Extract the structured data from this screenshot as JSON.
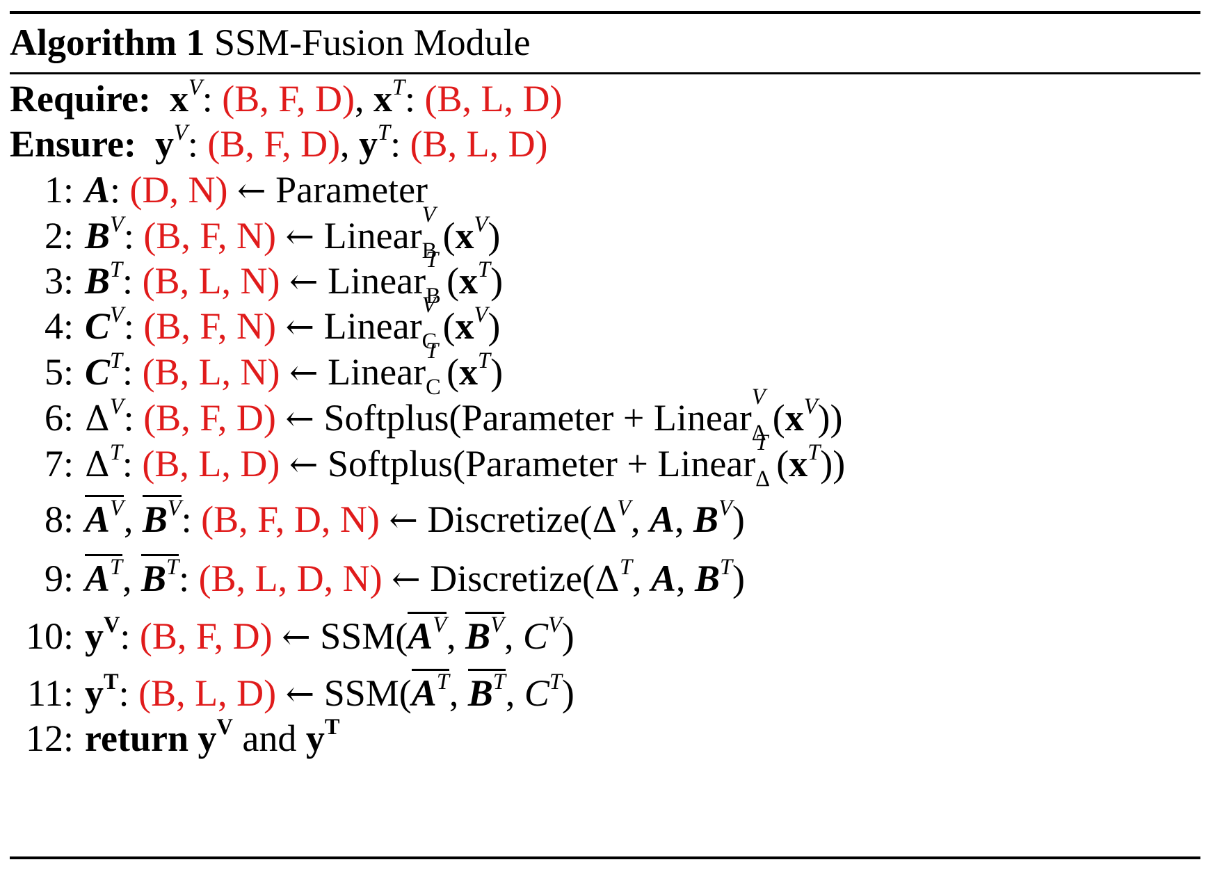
{
  "algorithm": {
    "label": "Algorithm 1",
    "title": "SSM-Fusion Module",
    "require_label": "Require:",
    "ensure_label": "Ensure:",
    "require": [
      {
        "var": "x",
        "sup": "V",
        "shape": "(B, F, D)"
      },
      {
        "var": "x",
        "sup": "T",
        "shape": "(B, L, D)"
      }
    ],
    "ensure": [
      {
        "var": "y",
        "sup": "V",
        "shape": "(B, F, D)"
      },
      {
        "var": "y",
        "sup": "T",
        "shape": "(B, L, D)"
      }
    ],
    "steps": [
      {
        "num": "1:",
        "lhs": "A",
        "shape": "(D, N)",
        "rhs": "Parameter"
      },
      {
        "num": "2:",
        "lhs": "B",
        "sup": "V",
        "shape": "(B, F, N)",
        "fn": "Linear",
        "fn_sup": "V",
        "fn_sub": "B",
        "arg": "x",
        "arg_sup": "V"
      },
      {
        "num": "3:",
        "lhs": "B",
        "sup": "T",
        "shape": "(B, L, N)",
        "fn": "Linear",
        "fn_sup": "T",
        "fn_sub": "B",
        "arg": "x",
        "arg_sup": "T"
      },
      {
        "num": "4:",
        "lhs": "C",
        "sup": "V",
        "shape": "(B, F, N)",
        "fn": "Linear",
        "fn_sup": "V",
        "fn_sub": "C",
        "arg": "x",
        "arg_sup": "V"
      },
      {
        "num": "5:",
        "lhs": "C",
        "sup": "T",
        "shape": "(B, L, N)",
        "fn": "Linear",
        "fn_sup": "T",
        "fn_sub": "C",
        "arg": "x",
        "arg_sup": "T"
      },
      {
        "num": "6:",
        "lhs": "Δ",
        "sup": "V",
        "shape": "(B, F, D)",
        "fn": "Softplus(Parameter + Linear",
        "fn_sup": "V",
        "fn_sub": "Δ",
        "arg": "x",
        "arg_sup": "V"
      },
      {
        "num": "7:",
        "lhs": "Δ",
        "sup": "T",
        "shape": "(B, L, D)",
        "fn": "Softplus(Parameter + Linear",
        "fn_sup": "T",
        "fn_sub": "Δ",
        "arg": "x",
        "arg_sup": "T"
      },
      {
        "num": "8:",
        "shape": "(B, F, D, N)",
        "fn": "Discretize(",
        "sup": "V"
      },
      {
        "num": "9:",
        "shape": "(B, L, D, N)",
        "fn": "Discretize(",
        "sup": "T"
      },
      {
        "num": "10:",
        "lhs": "y",
        "sup": "V",
        "shape": "(B, F, D)",
        "fn": "SSM("
      },
      {
        "num": "11:",
        "lhs": "y",
        "sup": "T",
        "shape": "(B, L, D)",
        "fn": "SSM("
      },
      {
        "num": "12:",
        "keyword": "return",
        "conj": "and"
      }
    ],
    "symbols": {
      "arrow": "←",
      "colon": ":",
      "comma": ","
    },
    "colors": {
      "shape_text": "#e01b1b",
      "text": "#000000"
    }
  }
}
